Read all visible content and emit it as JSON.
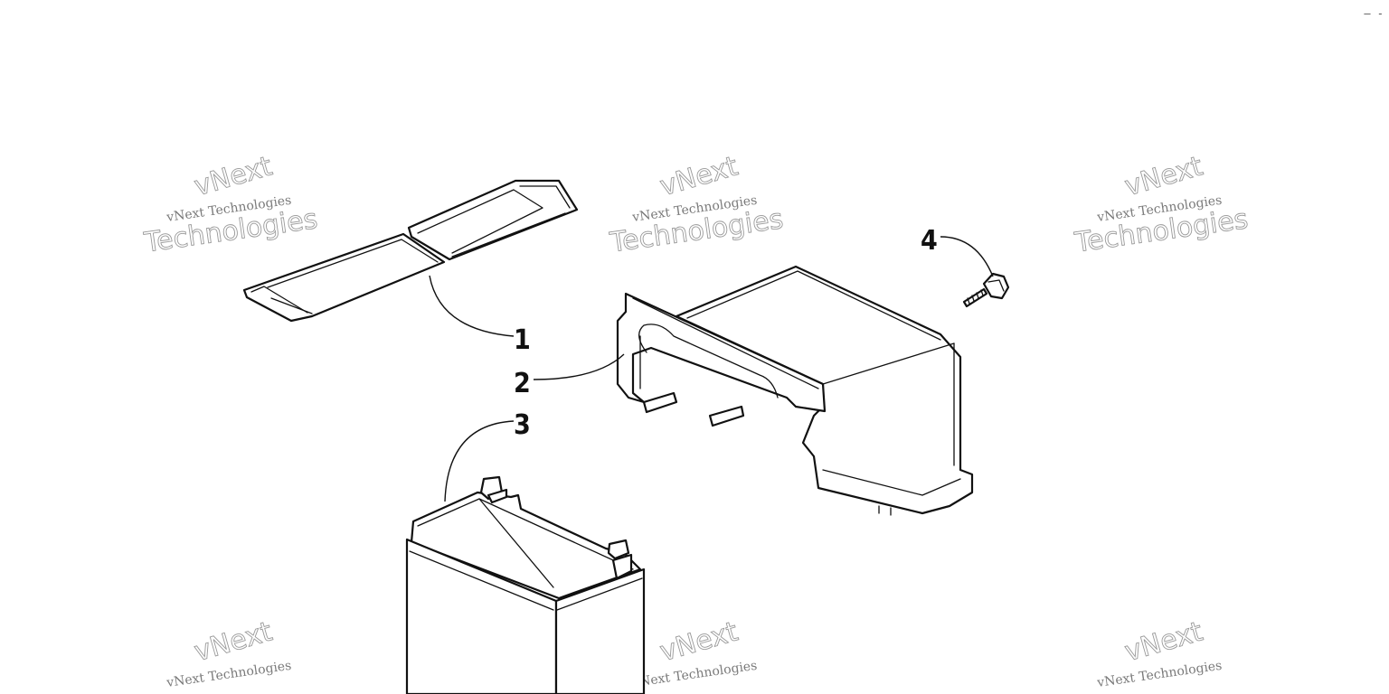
{
  "callouts": [
    {
      "id": "1",
      "label": "1"
    },
    {
      "id": "2",
      "label": "2"
    },
    {
      "id": "3",
      "label": "3"
    },
    {
      "id": "4",
      "label": "4"
    }
  ],
  "watermark": {
    "line1": "vNext Technologies",
    "word_a": "vNext",
    "word_b": "Technologies"
  },
  "corner_mark": "– -",
  "colors": {
    "line": "#111111",
    "watermark": "#9a9a9a",
    "background": "#ffffff"
  }
}
